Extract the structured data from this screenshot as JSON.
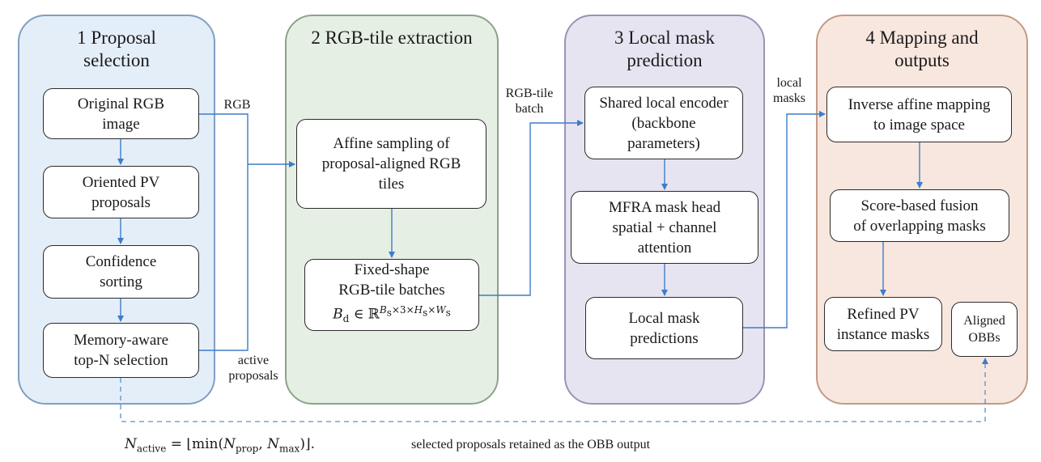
{
  "panels": [
    {
      "title": "1 Proposal\nselection"
    },
    {
      "title": "2 RGB-tile extraction"
    },
    {
      "title": "3 Local mask\nprediction"
    },
    {
      "title": "4 Mapping and\noutputs"
    }
  ],
  "boxes": {
    "original_rgb": "Original RGB\nimage",
    "oriented_pv": "Oriented PV\nproposals",
    "confidence": "Confidence\nsorting",
    "memory_aware": "Memory-aware\ntop-N selection",
    "affine_sampling": "Affine sampling of\nproposal-aligned RGB\ntiles",
    "fixed_shape": "Fixed-shape\nRGB-tile batches",
    "shared_encoder": "Shared local encoder\n(backbone\nparameters)",
    "mfra_head": "MFRA mask head\nspatial + channel\nattention",
    "local_mask_pred": "Local mask\npredictions",
    "inverse_affine": "Inverse affine mapping\nto image space",
    "score_fusion": "Score-based fusion\nof overlapping masks",
    "refined_pv": "Refined PV\ninstance masks",
    "aligned_obbs": "Aligned\nOBBs"
  },
  "labels": {
    "rgb": "RGB",
    "active_proposals": "active\nproposals",
    "rgb_tile_batch": "RGB-tile\nbatch",
    "local_masks": "local\nmasks",
    "retained_note": "selected proposals retained as the OBB output"
  },
  "formulas": {
    "batch_lhs": "B",
    "batch_lhs_sub": "d",
    "batch_in": " ∈ ℝ",
    "batch_sup_b": "B",
    "batch_sup_b_sub": "s",
    "batch_sup_mid": "×3×",
    "batch_sup_h": "H",
    "batch_sup_h_sub": "s",
    "batch_sup_times": "×",
    "batch_sup_w": "W",
    "batch_sup_w_sub": "s",
    "n_lhs": "N",
    "n_lhs_sub": "active",
    "n_eq": " = ⌊min(",
    "n_prop": "N",
    "n_prop_sub": "prop",
    "n_comma": ", ",
    "n_max": "N",
    "n_max_sub": "max",
    "n_end": ")⌋."
  },
  "colors": {
    "arrow": "#3d7cc9",
    "panel1": "#e4eef9",
    "panel2": "#e6efe4",
    "panel3": "#e7e4f1",
    "panel4": "#f8e7de"
  }
}
